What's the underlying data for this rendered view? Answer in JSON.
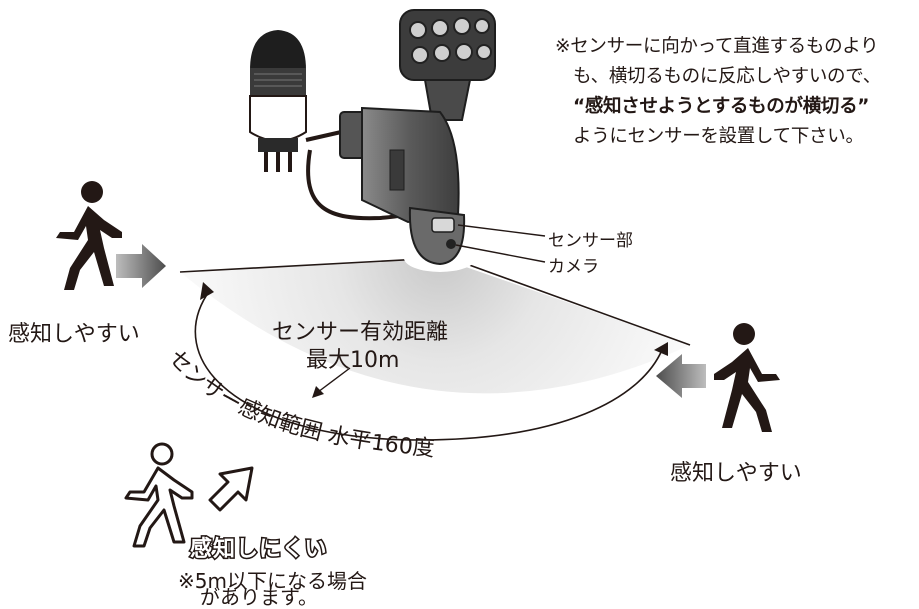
{
  "note_lines": [
    "※センサーに向かって直進するものより",
    "も、横切るものに反応しやすいので、",
    "“感知させようとするものが横切る”",
    "ようにセンサーを設置して下さい。"
  ],
  "labels": {
    "sensor_part": "センサー部",
    "camera": "カメラ"
  },
  "detection": {
    "easy_left": "感知しやすい",
    "easy_right": "感知しやすい",
    "hard": "感知しにくい",
    "hard_note_line1": "※5m以下になる場合",
    "hard_note_line2": "があります。"
  },
  "range": {
    "title": "センサー有効距離",
    "max_distance": "最大10m",
    "arc_label": "センサー感知範囲 水平160度"
  },
  "colors": {
    "ink": "#231815",
    "arrow_gray": "#6d6e70",
    "device_dark": "#555555",
    "device_light": "#a9a9a9",
    "fan_gray": "#d9d9d9"
  },
  "icons": [
    "walking-person-icon",
    "arrow-right-icon",
    "arrow-left-icon",
    "arrow-up-right-icon",
    "flood-light-device-icon",
    "light-bulb-icon"
  ]
}
